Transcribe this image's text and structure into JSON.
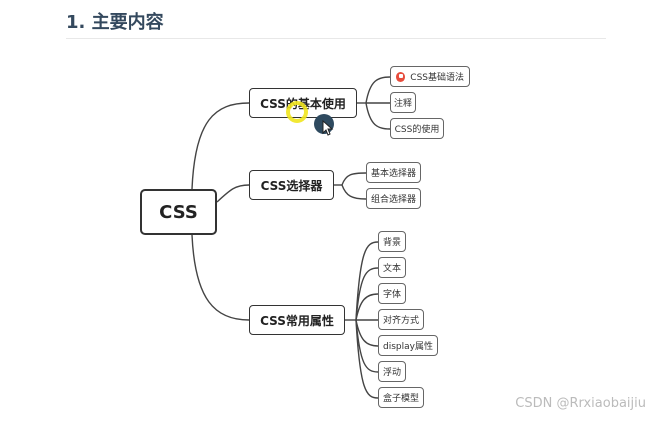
{
  "heading": "1. 主要内容",
  "mindmap": {
    "root": "CSS",
    "branches": [
      {
        "label": "CSS的基本使用",
        "children": [
          "CSS基础语法",
          "注释",
          "CSS的使用"
        ]
      },
      {
        "label": "CSS选择器",
        "children": [
          "基本选择器",
          "组合选择器"
        ]
      },
      {
        "label": "CSS常用属性",
        "children": [
          "背景",
          "文本",
          "字体",
          "对齐方式",
          "display属性",
          "浮动",
          "盒子模型"
        ]
      }
    ]
  },
  "icons": {
    "first_leaf_icon": "flag-icon",
    "cursor": "mouse-cursor-icon"
  },
  "colors": {
    "heading": "#34495e",
    "flag_icon": "#e74c3c",
    "cursor_highlight": "#f1e51e"
  },
  "watermark": "CSDN @Rrxiaobaijiu"
}
